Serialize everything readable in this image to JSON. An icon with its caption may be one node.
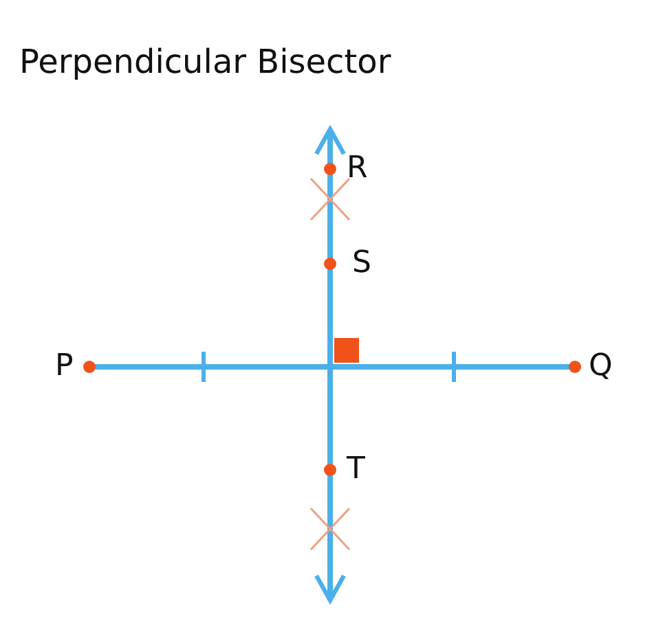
{
  "diagram": {
    "title": "Perpendicular Bisector",
    "labels": [
      "R",
      "S",
      "P",
      "Q",
      "T"
    ]
  }
}
